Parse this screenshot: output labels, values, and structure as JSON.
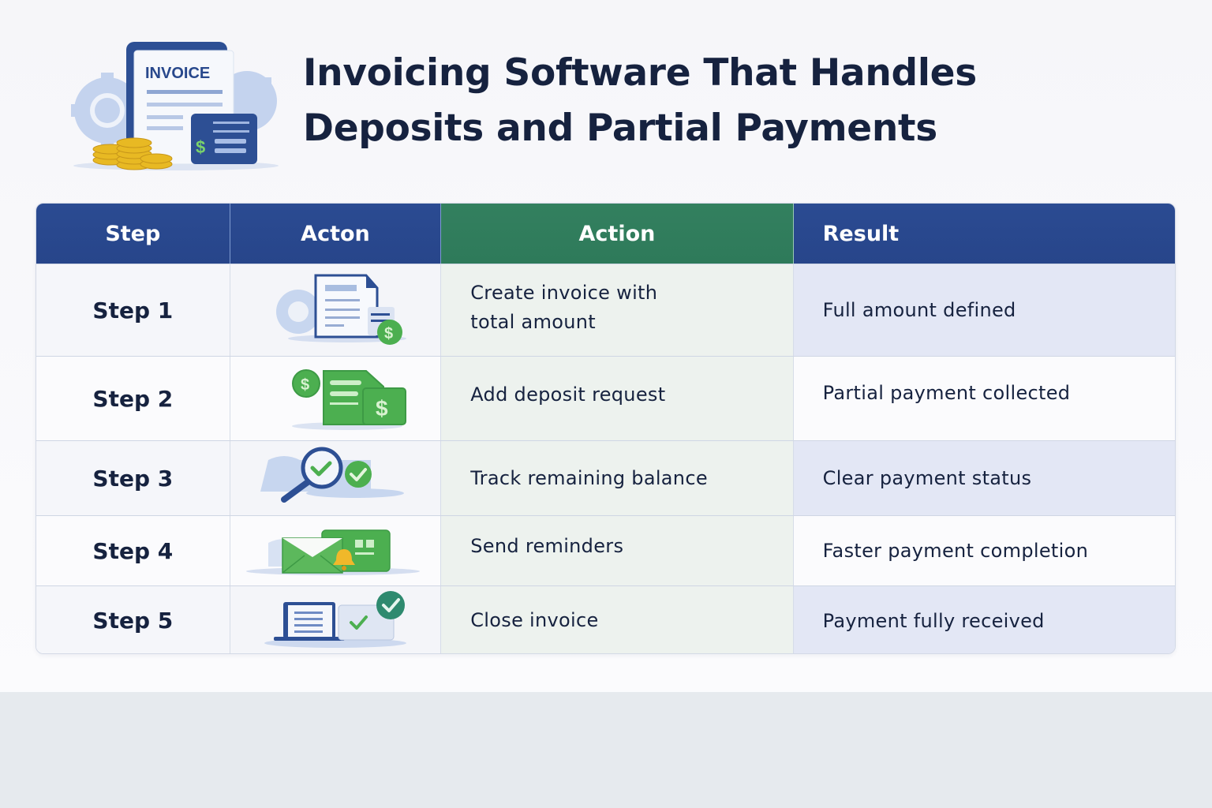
{
  "header": {
    "title_line1": "Invoicing Software That Handles",
    "title_line2": "Deposits and Partial Payments",
    "illustration": {
      "icon": "invoice-document-with-coins-icon",
      "document_label": "INVOICE",
      "currency_symbol": "$"
    }
  },
  "table": {
    "columns": [
      {
        "label": "Step",
        "color": "#2a4990"
      },
      {
        "label": "Acton",
        "color": "#2a4990"
      },
      {
        "label": "Action",
        "color": "#317e5d"
      },
      {
        "label": "Result",
        "color": "#2a4990"
      }
    ],
    "rows": [
      {
        "step": "Step 1",
        "icon": "invoice-document-gear-dollar-icon",
        "action_line1": "Create invoice with",
        "action_line2": "total amount",
        "result": "Full amount defined"
      },
      {
        "step": "Step 2",
        "icon": "deposit-request-dollar-icon",
        "action_line1": "Add deposit request",
        "action_line2": "",
        "result": "Partial payment collected"
      },
      {
        "step": "Step 3",
        "icon": "magnifier-check-icon",
        "action_line1": "Track remaining balance",
        "action_line2": "",
        "result": "Clear payment status"
      },
      {
        "step": "Step 4",
        "icon": "envelope-bell-reminder-icon",
        "action_line1": "Send reminders",
        "action_line2": "",
        "result": "Faster payment completion"
      },
      {
        "step": "Step 5",
        "icon": "laptop-check-complete-icon",
        "action_line1": "Close invoice",
        "action_line2": "",
        "result": "Payment fully received"
      }
    ]
  },
  "colors": {
    "header_blue": "#2a4990",
    "header_green": "#317e5d",
    "action_column_bg": "#edf2ee",
    "result_column_bg": "#e3e7f5",
    "text_dark": "#16223f",
    "accent_green": "#4caf50",
    "coin_gold": "#e8b923"
  }
}
